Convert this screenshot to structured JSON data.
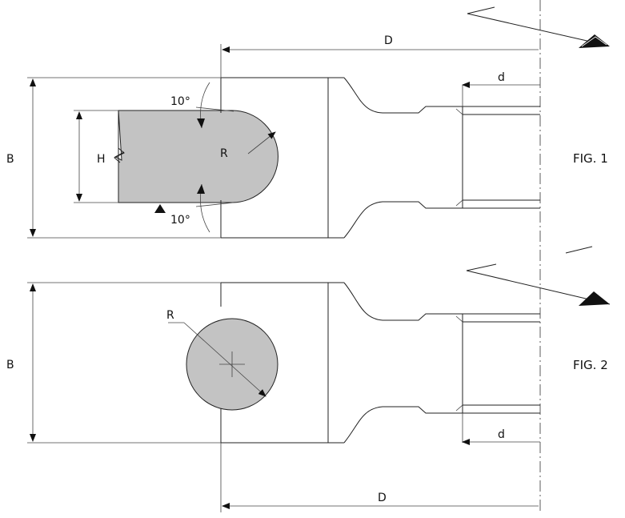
{
  "colors": {
    "line": "#222222",
    "fill": "#c3c3c3",
    "background": "#ffffff"
  },
  "fig1": {
    "caption": "FIG. 1",
    "dim_D": "D",
    "dim_d": "d",
    "dim_B": "B",
    "dim_H": "H",
    "dim_R": "R",
    "angle_top": "10°",
    "angle_bottom": "10°"
  },
  "fig2": {
    "caption": "FIG. 2",
    "dim_D": "D",
    "dim_d": "d",
    "dim_B": "B",
    "dim_R": "R"
  }
}
